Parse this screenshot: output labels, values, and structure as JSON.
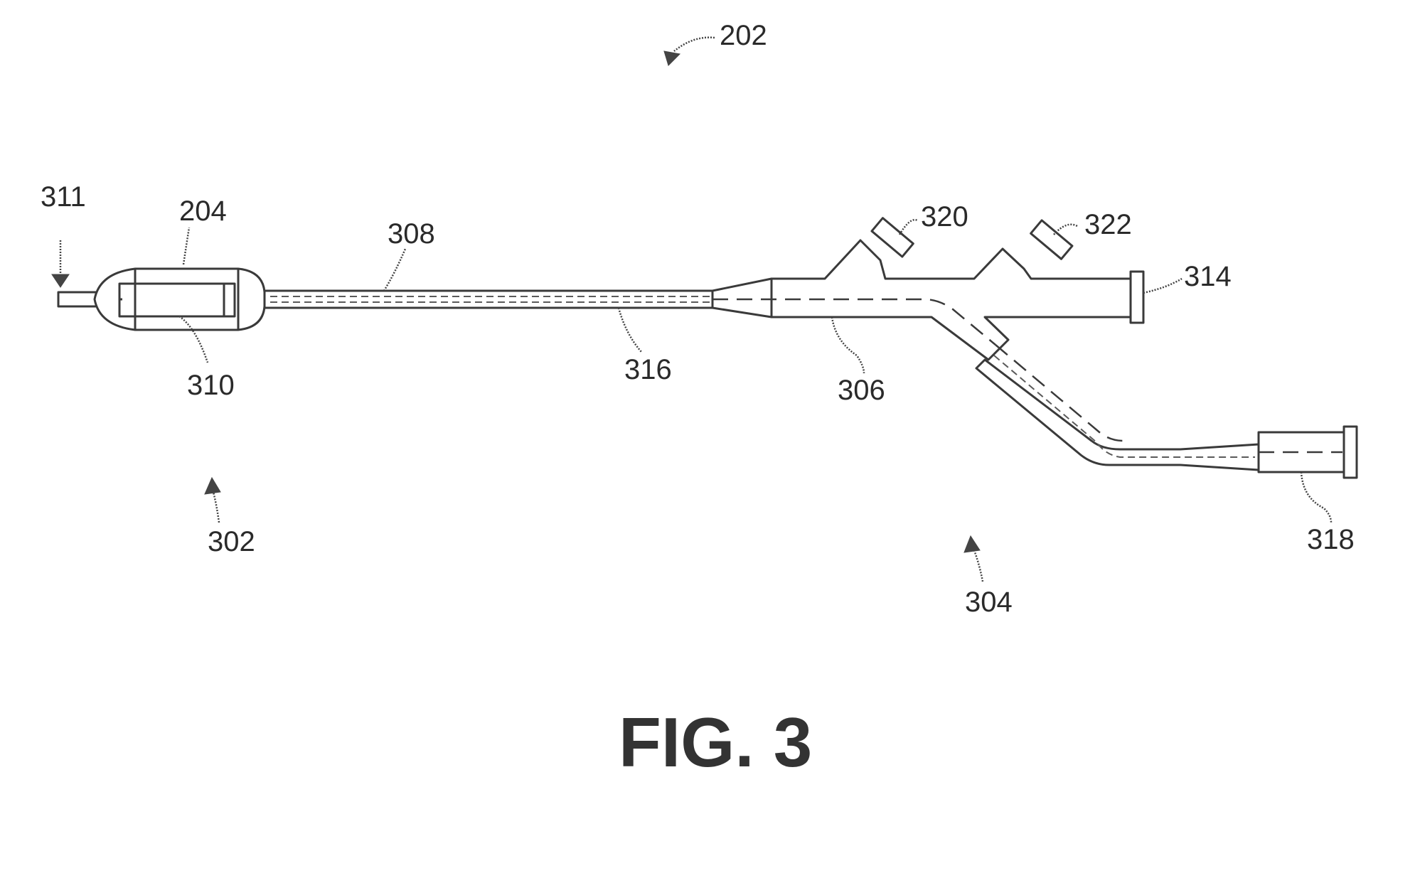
{
  "figure": {
    "caption": "FIG. 3",
    "reference_numerals": {
      "r202": "202",
      "r311": "311",
      "r204": "204",
      "r308": "308",
      "r310": "310",
      "r316": "316",
      "r320": "320",
      "r322": "322",
      "r314": "314",
      "r306": "306",
      "r318": "318",
      "r302": "302",
      "r304": "304"
    }
  }
}
